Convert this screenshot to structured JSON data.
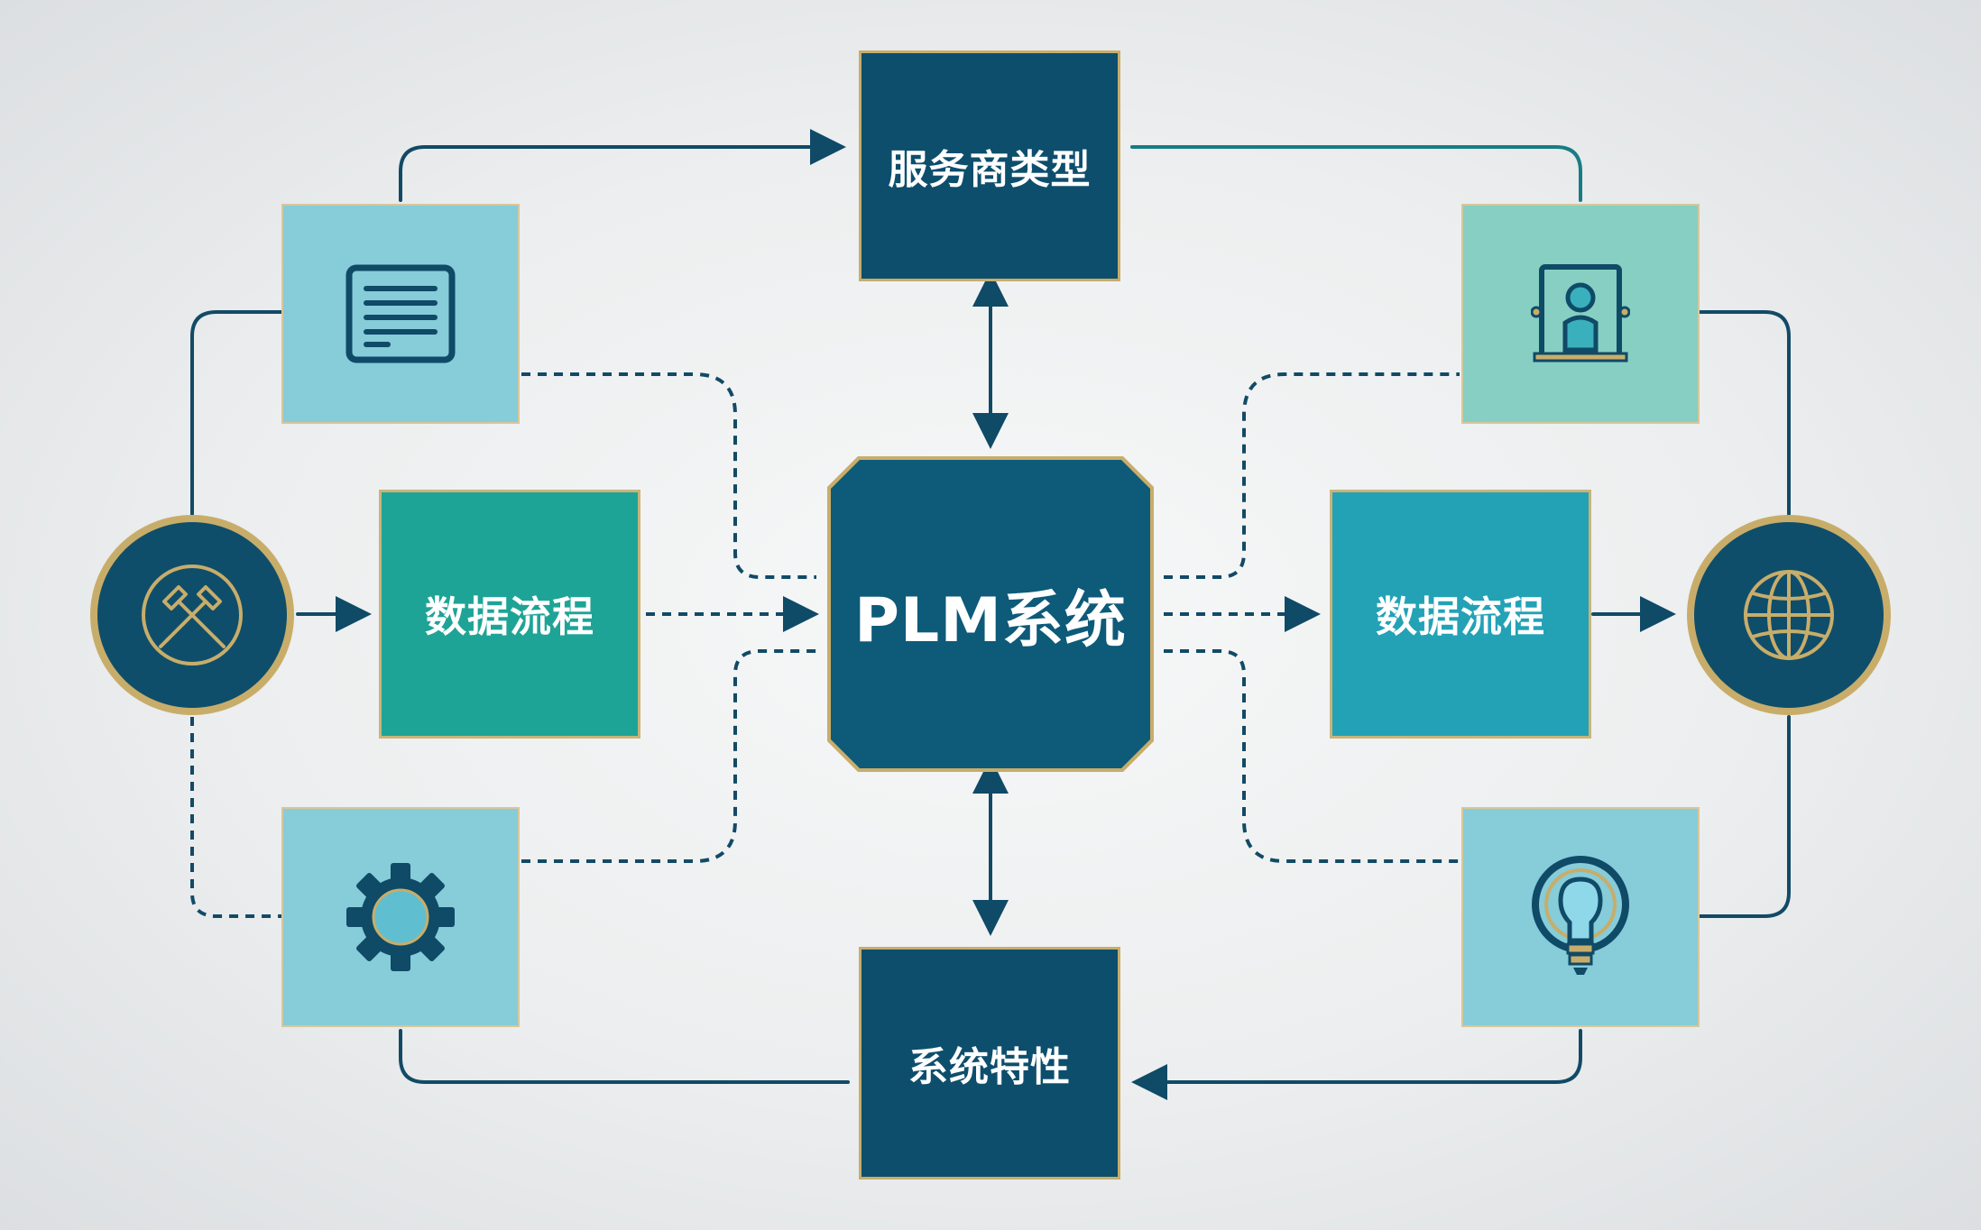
{
  "nodes": {
    "service_type": "服务商类型",
    "plm_system": "PLM系统",
    "data_flow_left": "数据流程",
    "data_flow_right": "数据流程",
    "system_features": "系统特性"
  },
  "icons": {
    "document": "document-icon",
    "portrait": "portrait-frame-icon",
    "tools": "crossed-tools-icon",
    "globe": "globe-icon",
    "gear": "gear-icon",
    "lightbulb": "lightbulb-icon"
  },
  "colors": {
    "dark_teal": "#0d4e6d",
    "teal": "#1ea496",
    "light_blue": "#86ccd9",
    "mint": "#86cfc2",
    "gold": "#c8ad6a",
    "line": "#124a66"
  }
}
